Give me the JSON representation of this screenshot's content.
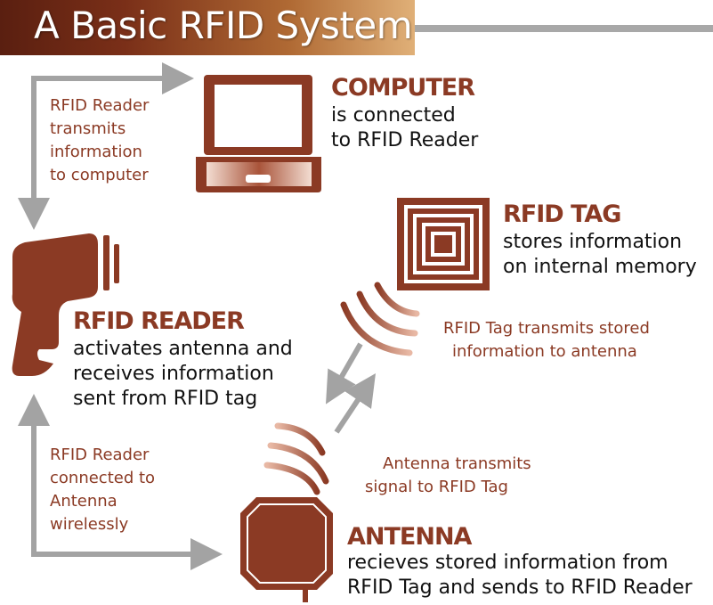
{
  "title": "A Basic RFID System",
  "nodes": {
    "computer": {
      "heading": "COMPUTER",
      "lines": [
        "is connected",
        "to RFID Reader"
      ]
    },
    "tag": {
      "heading": "RFID TAG",
      "lines": [
        "stores information",
        "on internal memory"
      ]
    },
    "reader": {
      "heading": "RFID READER",
      "lines": [
        "activates antenna and",
        "receives information",
        "sent from RFID tag"
      ]
    },
    "antenna": {
      "heading": "ANTENNA",
      "lines": [
        "recieves stored information from",
        "RFID Tag and sends to RFID Reader"
      ]
    }
  },
  "notes": {
    "reader_to_computer": [
      "RFID Reader",
      "transmits",
      "information",
      "to computer"
    ],
    "tag_to_antenna": [
      "RFID Tag transmits stored",
      "information to antenna"
    ],
    "antenna_to_tag": [
      "Antenna transmits",
      "signal to RFID Tag"
    ],
    "reader_antenna": [
      "RFID Reader",
      "connected to",
      "Antenna",
      "wirelessly"
    ]
  },
  "colors": {
    "accent": "#8b3a24",
    "arrow": "#a3a3a3",
    "text": "#111111"
  },
  "icons": [
    "laptop-icon",
    "rfid-tag-icon",
    "rfid-reader-icon",
    "antenna-icon",
    "signal-waves-icon"
  ]
}
